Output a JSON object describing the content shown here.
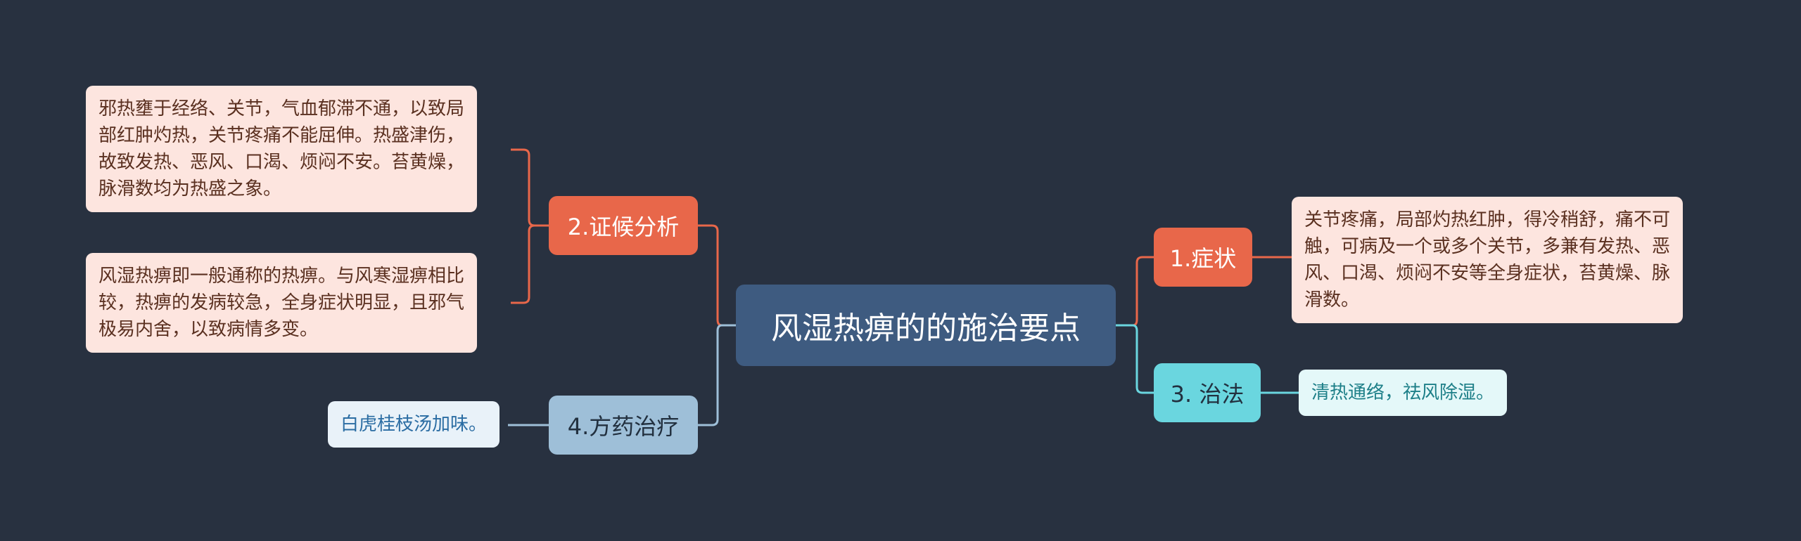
{
  "center": {
    "title": "风湿热痹的的施治要点"
  },
  "branches": [
    {
      "label": "1.症状",
      "leaves": [
        {
          "lines": [
            "关节疼痛，局部灼热红肿，得冷稍舒，痛不可",
            "触，可病及一个或多个关节，多兼有发热、恶",
            "风、口渴、烦闷不安等全身症状，苔黄燥、脉",
            "滑数。"
          ]
        }
      ]
    },
    {
      "label": "2.证候分析",
      "leaves": [
        {
          "lines": [
            "邪热壅于经络、关节，气血郁滞不通，以致局",
            "部红肿灼热，关节疼痛不能屈伸。热盛津伤，",
            "故致发热、恶风、口渴、烦闷不安。苔黄燥，",
            "脉滑数均为热盛之象。"
          ]
        },
        {
          "lines": [
            "风湿热痹即一般通称的热痹。与风寒湿痹相比",
            "较，热痹的发病较急，全身症状明显，且邪气",
            "极易内舍，以致病情多变。"
          ]
        }
      ]
    },
    {
      "label": "3. 治法",
      "leaves": [
        {
          "lines": [
            "清热通络，祛风除湿。"
          ]
        }
      ]
    },
    {
      "label": "4.方药治疗",
      "leaves": [
        {
          "lines": [
            "白虎桂枝汤加味。"
          ]
        }
      ]
    }
  ],
  "colors": {
    "background": "#283140",
    "center": "#3e5b80",
    "red": "#e8674a",
    "cyan": "#6ad6df",
    "blue": "#9ebfd8"
  }
}
